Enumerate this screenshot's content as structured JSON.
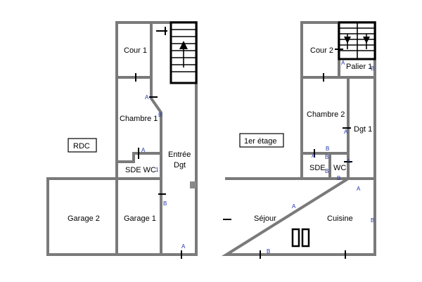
{
  "levels": {
    "ground": "RDC",
    "first": "1er étage"
  },
  "rooms": {
    "cour1": "Cour 1",
    "chambre1": "Chambre 1",
    "sde_wc_ground": "SDE WC",
    "entree": "Entrée",
    "dgt_ground": "Dgt",
    "garage2": "Garage 2",
    "garage1": "Garage 1",
    "cour2": "Cour 2",
    "palier1": "Palier 1",
    "chambre2": "Chambre 2",
    "dgt1": "Dgt 1",
    "sde_first": "SDE",
    "wc_first": "WC",
    "sejour": "Séjour",
    "cuisine": "Cuisine"
  },
  "markers": [
    "A",
    "B",
    "1"
  ],
  "colors": {
    "wall": "#7a7a7a",
    "marker": "#2233aa"
  }
}
